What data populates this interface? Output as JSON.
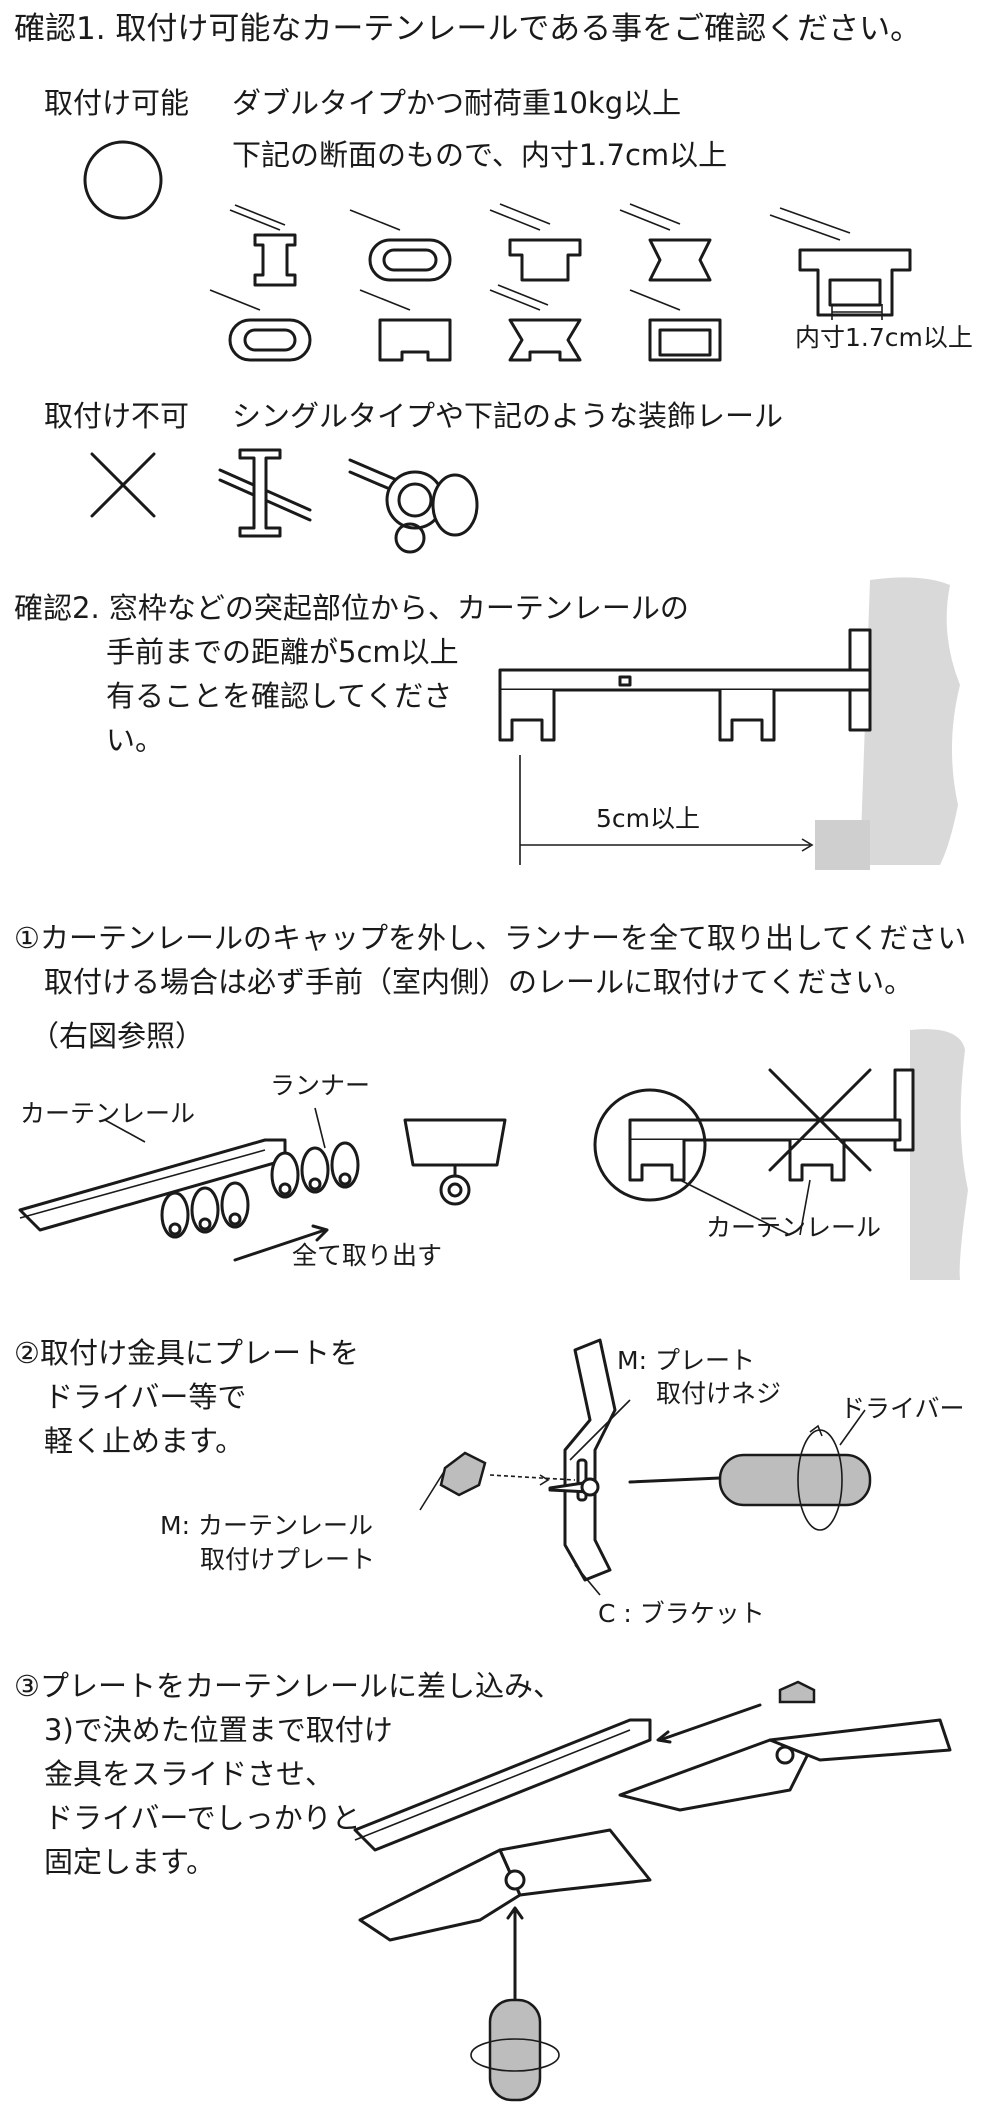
{
  "check1": {
    "title": "確認1. 取付け可能なカーテンレールである事をご確認ください。",
    "ok_label": "取付け可能",
    "ok_line1": "ダブルタイプかつ耐荷重10kg以上",
    "ok_line2": "下記の断面のもので、内寸1.7cm以上",
    "dimension_label": "内寸1.7cm以上",
    "ng_label": "取付け不可",
    "ng_text": "シングルタイプや下記のような装飾レール",
    "ok_symbol": "circle-icon",
    "ng_symbol": "cross-icon"
  },
  "check2": {
    "line1": "確認2. 窓枠などの突起部位から、カーテンレールの",
    "line2": "手前までの距離が5cm以上",
    "line3": "有ることを確認してくださ",
    "line4": "い。",
    "distance_label": "5cm以上"
  },
  "step1": {
    "line1": "①カーテンレールのキャップを外し、ランナーを全て取り出してください",
    "line2": "取付ける場合は必ず手前（室内側）のレールに取付けてください。",
    "line3": "（右図参照）",
    "rail_label": "カーテンレール",
    "runner_label": "ランナー",
    "remove_label": "全て取り出す",
    "rail_label_right": "カーテンレール"
  },
  "step2": {
    "line1": "②取付け金具にプレートを",
    "line2": "ドライバー等で",
    "line3": "軽く止めます。",
    "screw_label1": "M: プレート",
    "screw_label2": "取付けネジ",
    "driver_label": "ドライバー",
    "plate_label1": "M: カーテンレール",
    "plate_label2": "取付けプレート",
    "bracket_label": "C : ブラケット"
  },
  "step3": {
    "line1": "③プレートをカーテンレールに差し込み、",
    "line2": "3)で決めた位置まで取付け",
    "line3": "金具をスライドさせ、",
    "line4": "ドライバーでしっかりと",
    "line5": "固定します。"
  }
}
